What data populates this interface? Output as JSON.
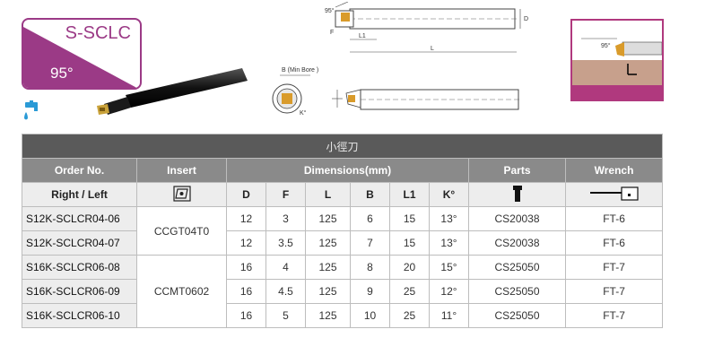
{
  "badge": {
    "code": "S-SCLC",
    "angle": "95°",
    "accent": "#9b3a86"
  },
  "drawing_labels": {
    "b_min_bore": "B (Min Bore )",
    "d": "D",
    "f": "F",
    "l1": "L1",
    "l": "L",
    "k": "K°",
    "angle_95": "95°"
  },
  "table": {
    "title": "小徑刀",
    "header": {
      "order_no": "Order No.",
      "insert": "Insert",
      "dimensions": "Dimensions(mm)",
      "parts": "Parts",
      "wrench": "Wrench"
    },
    "subheader": {
      "right_left": "Right / Left",
      "d": "D",
      "f": "F",
      "l": "L",
      "b": "B",
      "l1": "L1",
      "k": "K°"
    },
    "insert_groups": [
      "CCGT04T0",
      "CCMT0602"
    ],
    "rows": [
      {
        "order": "S12K-SCLCR04-06",
        "d": "12",
        "f": "3",
        "l": "125",
        "b": "6",
        "l1": "15",
        "k": "13°",
        "parts": "CS20038",
        "wrench": "FT-6"
      },
      {
        "order": "S12K-SCLCR04-07",
        "d": "12",
        "f": "3.5",
        "l": "125",
        "b": "7",
        "l1": "15",
        "k": "13°",
        "parts": "CS20038",
        "wrench": "FT-6"
      },
      {
        "order": "S16K-SCLCR06-08",
        "d": "16",
        "f": "4",
        "l": "125",
        "b": "8",
        "l1": "20",
        "k": "15°",
        "parts": "CS25050",
        "wrench": "FT-7"
      },
      {
        "order": "S16K-SCLCR06-09",
        "d": "16",
        "f": "4.5",
        "l": "125",
        "b": "9",
        "l1": "25",
        "k": "12°",
        "parts": "CS25050",
        "wrench": "FT-7"
      },
      {
        "order": "S16K-SCLCR06-10",
        "d": "16",
        "f": "5",
        "l": "125",
        "b": "10",
        "l1": "25",
        "k": "11°",
        "parts": "CS25050",
        "wrench": "FT-7"
      }
    ]
  }
}
